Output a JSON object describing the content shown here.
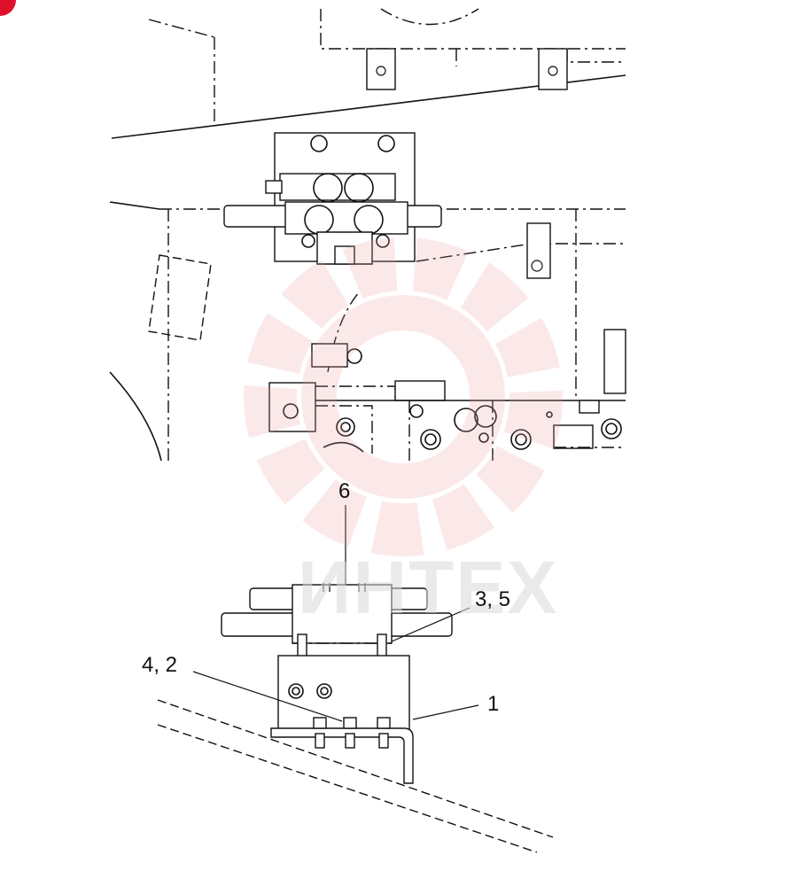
{
  "callouts": {
    "item_6": "6",
    "item_3_5": "3, 5",
    "item_4_2": "4, 2",
    "item_1": "1"
  },
  "watermark": {
    "text": "ИНТЕХ",
    "gear_color": "#f0a0a0"
  },
  "corner_marker_color": "#e0102a"
}
